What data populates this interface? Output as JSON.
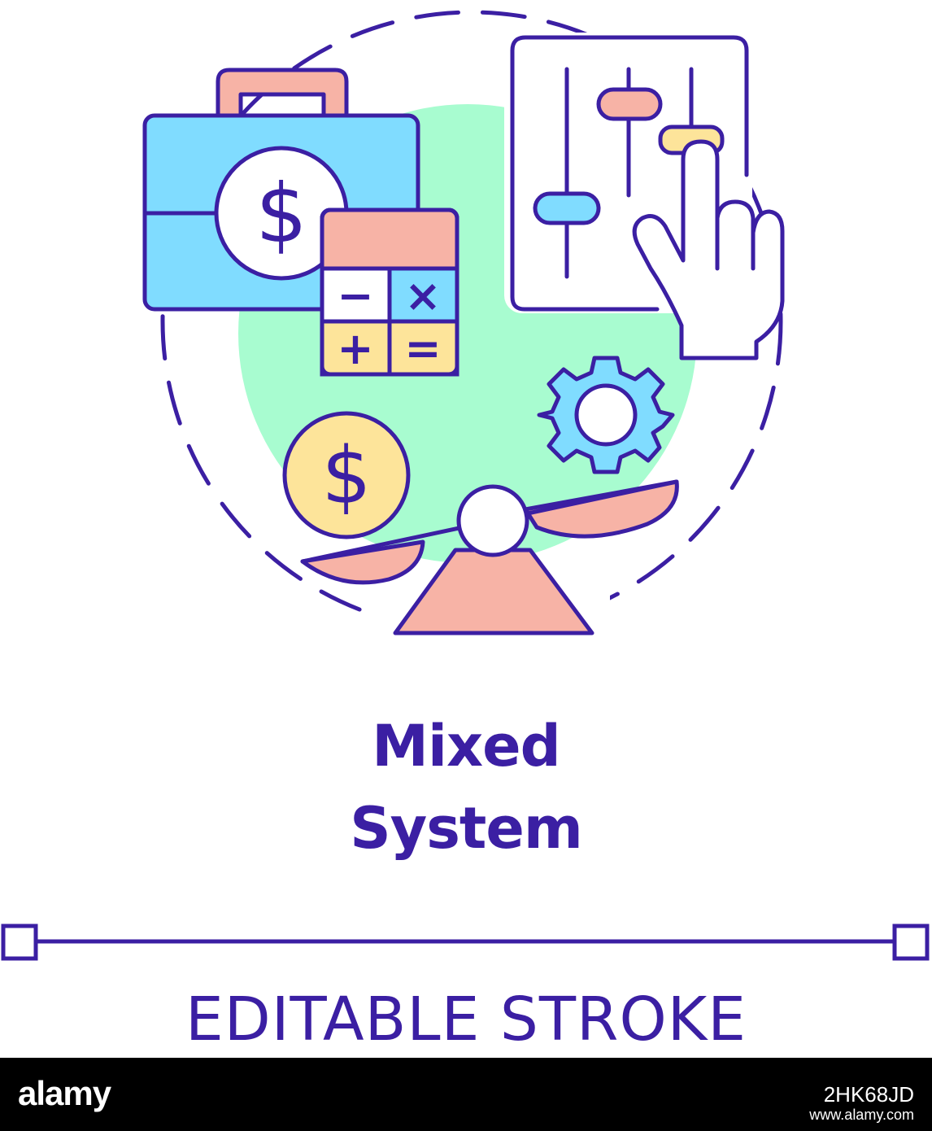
{
  "colors": {
    "stroke": "#3b1fa3",
    "blue": "#80dcff",
    "pink": "#f7b3a6",
    "yellow": "#fde49a",
    "green": "#a8fcd0",
    "white": "#ffffff"
  },
  "icons": {
    "briefcase": "briefcase-dollar-icon",
    "calculator": "calculator-icon",
    "sliders": "control-sliders-icon",
    "hand": "pointing-hand-icon",
    "gear": "gear-icon",
    "coin": "dollar-coin-icon",
    "seesaw": "balance-seesaw-icon"
  },
  "calculator": {
    "minus": "−",
    "times": "×",
    "plus": "+",
    "equals": "="
  },
  "currency_symbol": "$",
  "title": {
    "line1": "Mixed",
    "line2": "System"
  },
  "stroke_label": "EDITABLE STROKE",
  "footer": {
    "brand": "alamy",
    "image_id": "2HK68JD",
    "url": "www.alamy.com"
  }
}
